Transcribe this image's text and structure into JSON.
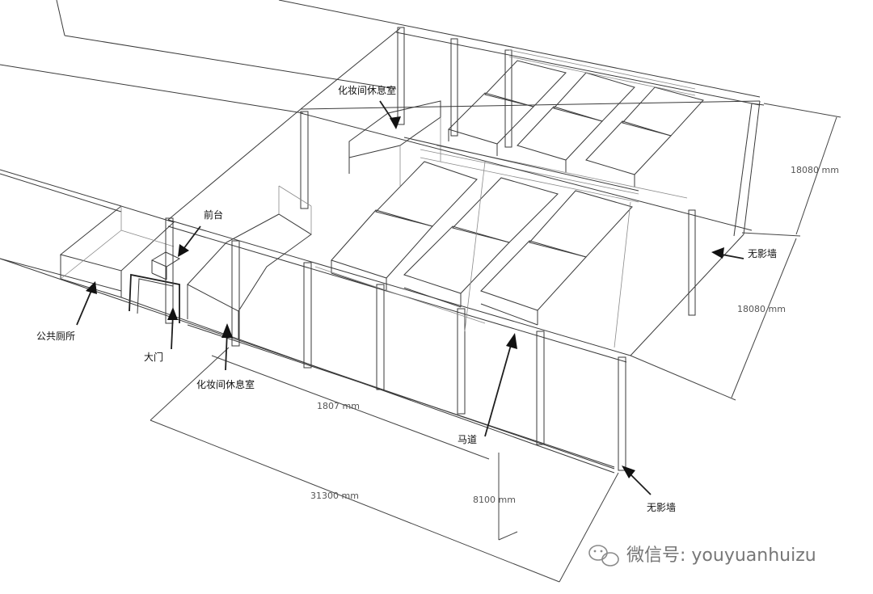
{
  "labels": {
    "makeup_room_top": "化妆间休息室",
    "reception": "前台",
    "public_toilet": "公共厕所",
    "main_door": "大门",
    "makeup_room_bottom": "化妆间休息室",
    "catwalk": "马道",
    "cyclorama_right": "无影墙",
    "cyclorama_bottom": "无影墙"
  },
  "dimensions": {
    "depth_upper": "18080 mm",
    "depth_lower": "18080 mm",
    "front_section": "1807 mm",
    "total_length": "31300 mm",
    "height": "8100 mm"
  },
  "watermark": {
    "text": "微信号: youyuanhuizu",
    "icon": "wechat-icon"
  }
}
